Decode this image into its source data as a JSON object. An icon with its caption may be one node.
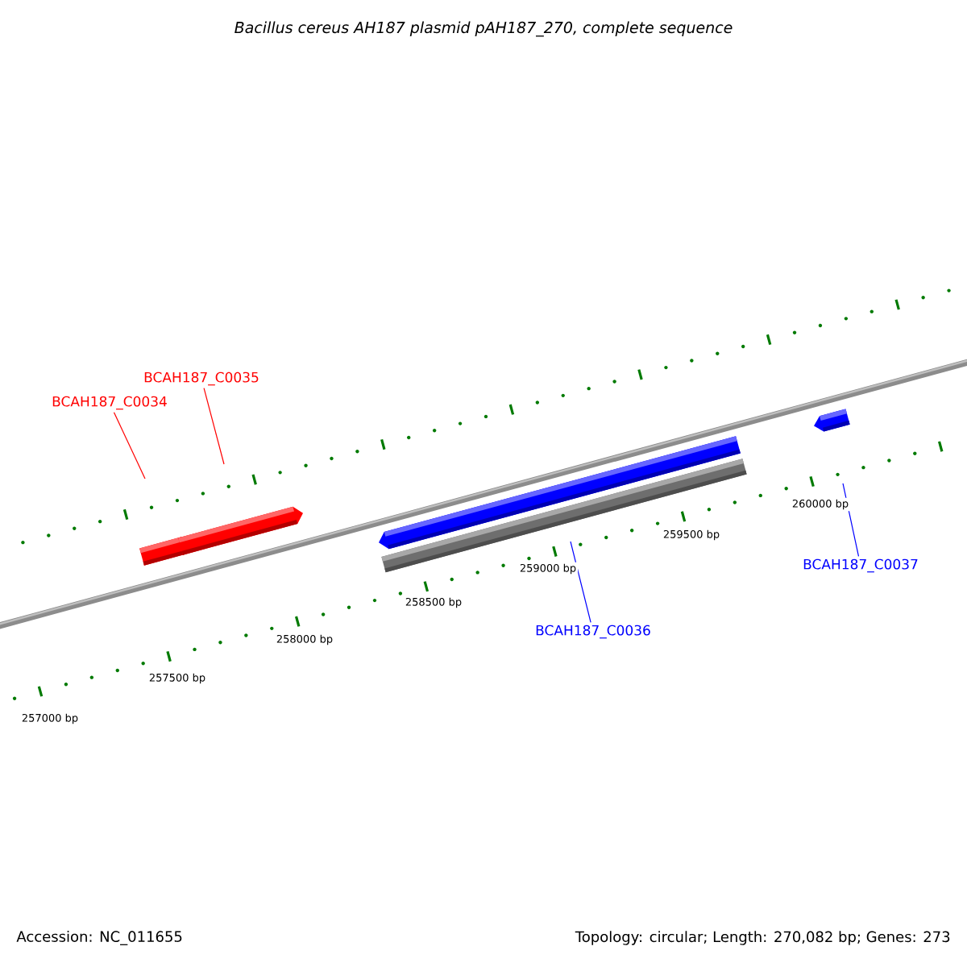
{
  "diagram": {
    "title": "Bacillus cereus AH187 plasmid pAH187_270, complete sequence",
    "nodes": [
      {
        "text": [
          "BCAH187_C0034"
        ]
      },
      {
        "text": [
          "BCAH187_C0035"
        ]
      },
      {
        "text": [
          "BCAH187_C0036"
        ]
      },
      {
        "text": [
          "BCAH187_C0037"
        ]
      }
    ],
    "edges": [
      {
        "from": 0,
        "to": null,
        "arrow": "none",
        "color": "#ff0000"
      },
      {
        "from": 1,
        "to": null,
        "arrow": "none",
        "color": "#ff0000"
      },
      {
        "from": 2,
        "to": null,
        "arrow": "none",
        "color": "#0000ff"
      },
      {
        "from": 3,
        "to": null,
        "arrow": "none",
        "color": "#0000ff"
      }
    ],
    "labels": [
      "257000 bp",
      "257500 bp",
      "258000 bp",
      "258500 bp",
      "259000 bp",
      "259500 bp",
      "260000 bp",
      "Accession: NC_011655",
      "Topology: circular; Length: 270,082 bp; Genes: 273"
    ]
  }
}
